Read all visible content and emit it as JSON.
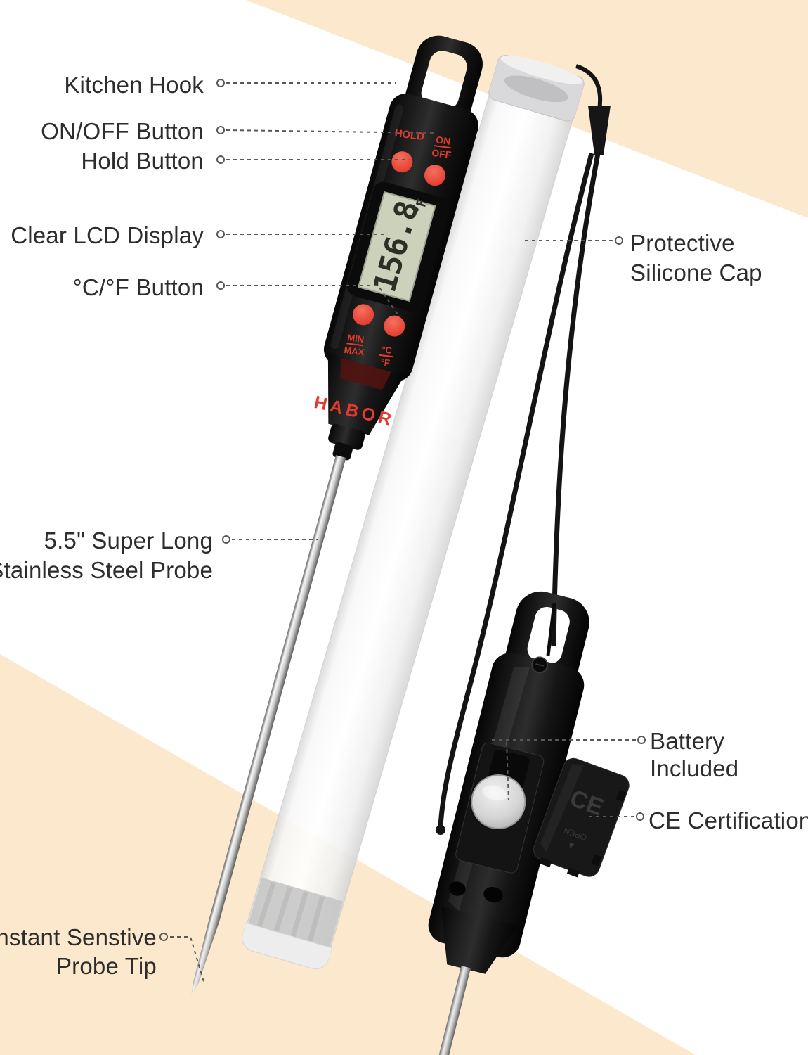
{
  "colors": {
    "peach": "#fbe8cd",
    "label_text": "#2d2d2d",
    "accent_red": "#e23a2e",
    "button_red": "#e8483a",
    "lcd_bg": "#ccd1bb",
    "lcd_digits": "#2b2f26",
    "body_black": "#121212",
    "connector_gray": "#585858"
  },
  "brand": {
    "name": "HABOR"
  },
  "lcd": {
    "reading": "156.8",
    "unit": "°F"
  },
  "device_buttons": {
    "hold": "HOLD",
    "on": "ON",
    "off": "OFF",
    "min": "MIN",
    "max": "MAX",
    "celsius": "°C",
    "fahrenheit": "°F"
  },
  "battery_cover": {
    "ce_mark": "CE",
    "open_label": "OPEN"
  },
  "callouts": {
    "kitchen_hook": {
      "label": "Kitchen Hook"
    },
    "on_off": {
      "label": "ON/OFF Button"
    },
    "hold": {
      "label": "Hold Button"
    },
    "lcd_display": {
      "label": "Clear LCD Display"
    },
    "cf_button": {
      "label": "°C/°F Button"
    },
    "probe": {
      "line1": "5.5\" Super Long",
      "line2": "Stainless Steel Probe"
    },
    "silicone_cap": {
      "line1": "Protective",
      "line2": "Silicone Cap"
    },
    "battery": {
      "line1": "Battery",
      "line2": "Included"
    },
    "ce_certification": {
      "label": "CE Certification"
    },
    "probe_tip": {
      "line1": "Instant Senstive",
      "line2": "Probe Tip"
    }
  }
}
